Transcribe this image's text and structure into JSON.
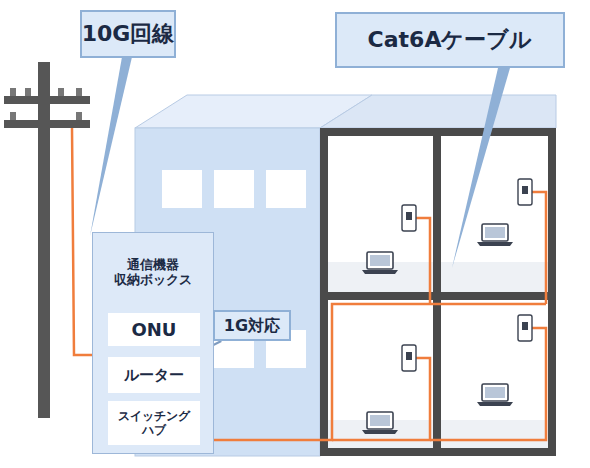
{
  "diagram": {
    "nodes": [
      {
        "text": [
          "10G回線"
        ]
      },
      {
        "text": [
          "Cat6Aケーブル"
        ]
      },
      {
        "text": [
          "通信機器 収納ボックス"
        ]
      },
      {
        "text": [
          "ONU"
        ],
        "in": 2
      },
      {
        "text": [
          "1G対応"
        ]
      },
      {
        "text": [
          "ルーター"
        ],
        "in": 2
      },
      {
        "text": [
          "スイッチング ハブ"
        ],
        "in": 2
      }
    ],
    "edges": [
      {
        "from": 4,
        "to": 5,
        "arrow": "none"
      }
    ]
  }
}
